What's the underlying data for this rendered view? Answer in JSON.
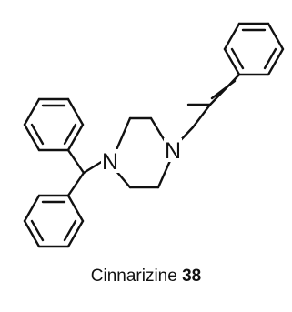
{
  "molecule": {
    "name": "Cinnarizine",
    "compound_number": "38",
    "atom_labels": {
      "n_left": "N",
      "n_right": "N"
    }
  },
  "colors": {
    "ink": "#111111",
    "background": "#ffffff"
  }
}
